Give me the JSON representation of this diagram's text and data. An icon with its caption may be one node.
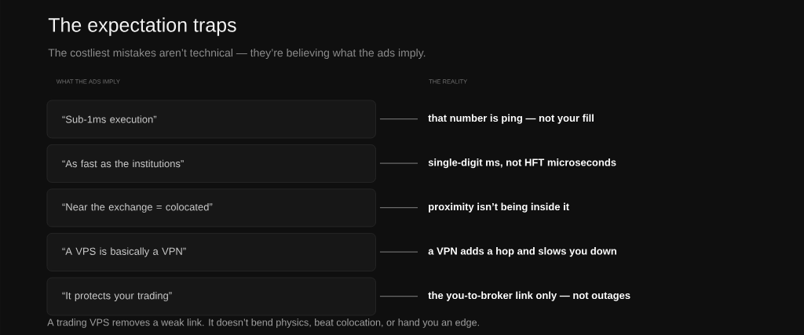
{
  "diagram": {
    "title": "The expectation traps",
    "nodes": [
      {
        "text": [
          "“Sub-1ms execution”"
        ]
      },
      {
        "text": [
          "that number is ping — not your fill"
        ]
      },
      {
        "text": [
          "“As fast as the institutions”"
        ]
      },
      {
        "text": [
          "single-digit ms, not HFT microseconds"
        ]
      },
      {
        "text": [
          "“Near the exchange = colocated”"
        ]
      },
      {
        "text": [
          "proximity isn’t being inside it"
        ]
      },
      {
        "text": [
          "“A VPS is basically a VPN”"
        ]
      },
      {
        "text": [
          "a VPN adds a hop and slows you down"
        ]
      },
      {
        "text": [
          "“It protects your trading”"
        ]
      },
      {
        "text": [
          "the you-to-broker link only — not outages"
        ]
      }
    ],
    "edges": [
      {
        "from": 0,
        "to": 1,
        "arrow": "none"
      },
      {
        "from": 2,
        "to": 3,
        "arrow": "none"
      },
      {
        "from": 4,
        "to": 5,
        "arrow": "none"
      },
      {
        "from": 6,
        "to": 7,
        "arrow": "none"
      },
      {
        "from": 8,
        "to": 9,
        "arrow": "none"
      }
    ],
    "labels": [
      "The costliest mistakes aren’t technical — they’re believing what the ads imply.",
      "WHAT THE ADS IMPLY",
      "THE REALITY",
      "A trading VPS removes a weak link. It doesn’t bend physics, beat colocation, or hand you an edge."
    ]
  }
}
